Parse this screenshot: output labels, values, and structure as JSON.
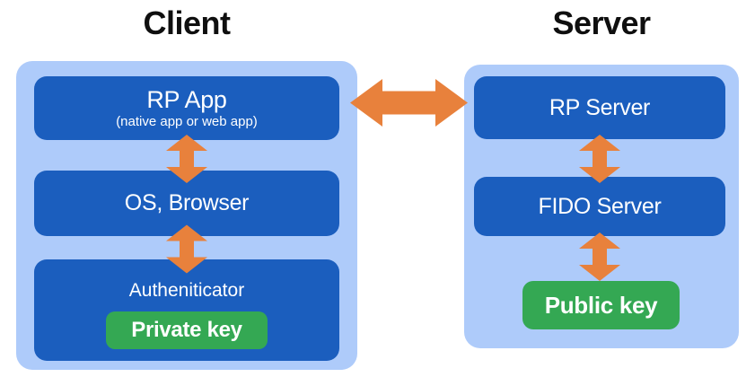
{
  "diagram": {
    "client": {
      "title": "Client",
      "rp_app": {
        "label": "RP App",
        "sublabel": "(native app or web app)"
      },
      "os_browser": {
        "label": "OS, Browser"
      },
      "authenticator": {
        "label": "Autheniticator",
        "private_key_label": "Private key"
      }
    },
    "server": {
      "title": "Server",
      "rp_server": {
        "label": "RP Server"
      },
      "fido_server": {
        "label": "FIDO Server"
      },
      "public_key_label": "Public key"
    },
    "connections": [
      {
        "from": "RP App",
        "to": "RP Server",
        "type": "bidirectional-horizontal-arrow"
      },
      {
        "from": "RP App",
        "to": "OS, Browser",
        "type": "bidirectional-vertical-arrow"
      },
      {
        "from": "OS, Browser",
        "to": "Autheniticator",
        "type": "bidirectional-vertical-arrow"
      },
      {
        "from": "RP Server",
        "to": "FIDO Server",
        "type": "bidirectional-vertical-arrow"
      },
      {
        "from": "FIDO Server",
        "to": "Public key",
        "type": "bidirectional-vertical-arrow"
      }
    ],
    "colors": {
      "panel_light_blue": "#AECBFA",
      "box_dark_blue": "#1B5EBE",
      "key_green": "#34A853",
      "arrow_orange": "#E8813C",
      "title_text": "#0F0F0F",
      "box_text": "#FFFFFF"
    }
  }
}
